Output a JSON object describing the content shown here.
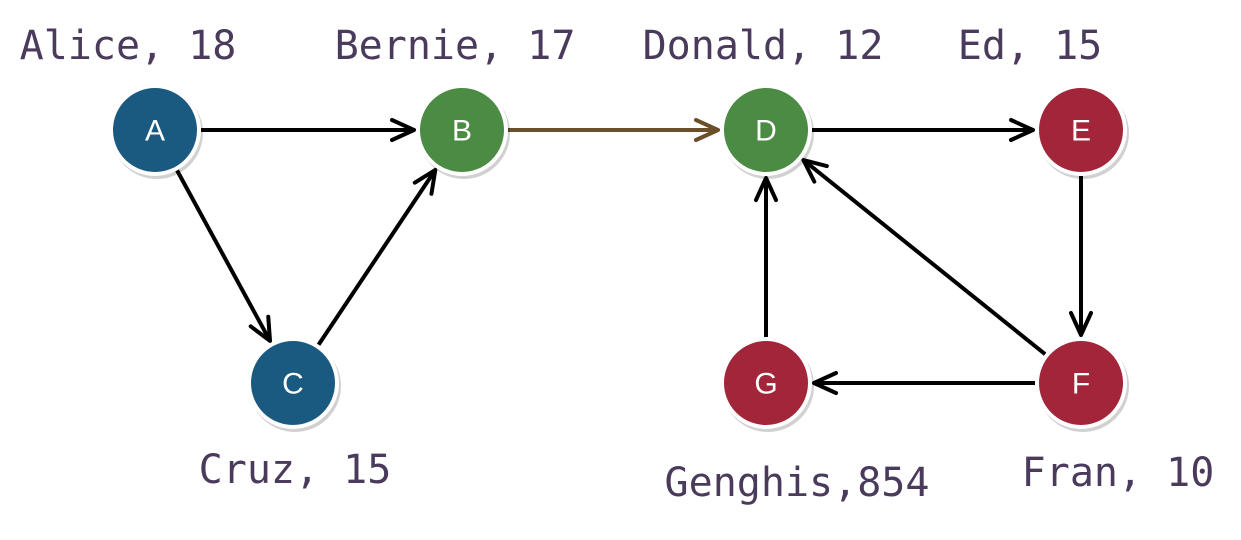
{
  "colors": {
    "blue": "#1b5a80",
    "green": "#4c8b44",
    "red": "#a3253a",
    "edge": "#000000",
    "highlight_edge": "#6b4e2a",
    "caption": "#4a3a5c"
  },
  "nodes": [
    {
      "id": "A",
      "letter": "A",
      "caption": "Alice, 18",
      "color": "blue"
    },
    {
      "id": "B",
      "letter": "B",
      "caption": "Bernie, 17",
      "color": "green"
    },
    {
      "id": "C",
      "letter": "C",
      "caption": "Cruz, 15",
      "color": "blue"
    },
    {
      "id": "D",
      "letter": "D",
      "caption": "Donald, 12",
      "color": "green"
    },
    {
      "id": "E",
      "letter": "E",
      "caption": "Ed, 15",
      "color": "red"
    },
    {
      "id": "F",
      "letter": "F",
      "caption": "Fran, 10",
      "color": "red"
    },
    {
      "id": "G",
      "letter": "G",
      "caption": "Genghis,854",
      "color": "red"
    }
  ],
  "edges": [
    {
      "from": "A",
      "to": "B"
    },
    {
      "from": "A",
      "to": "C"
    },
    {
      "from": "C",
      "to": "B"
    },
    {
      "from": "B",
      "to": "D",
      "highlight": true
    },
    {
      "from": "D",
      "to": "E"
    },
    {
      "from": "E",
      "to": "F"
    },
    {
      "from": "F",
      "to": "D"
    },
    {
      "from": "F",
      "to": "G"
    },
    {
      "from": "G",
      "to": "D"
    }
  ]
}
